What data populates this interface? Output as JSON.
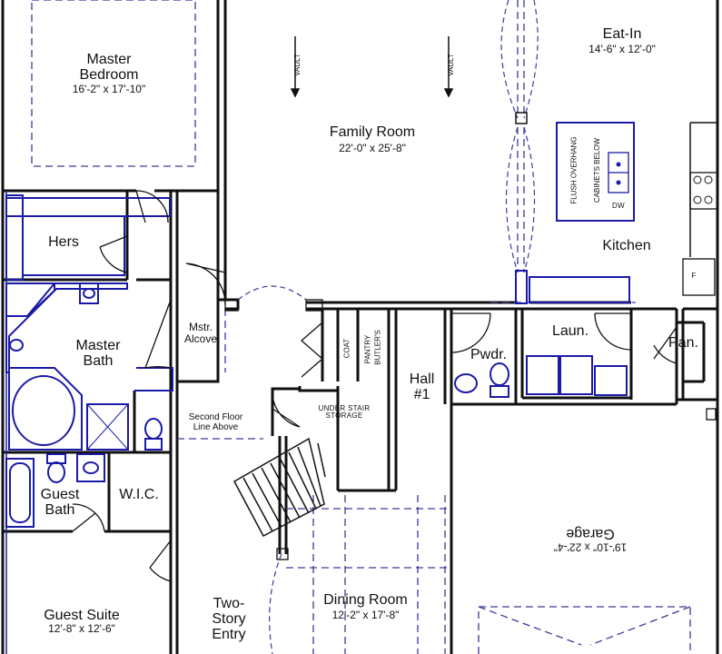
{
  "rooms": {
    "master_bedroom": {
      "name": "Master\nBedroom",
      "dims": "16'-2\" x 17'-10\""
    },
    "family_room": {
      "name": "Family Room",
      "dims": "22'-0\" x 25'-8\""
    },
    "eat_in": {
      "name": "Eat-In",
      "dims": "14'-6\" x 12'-0\""
    },
    "kitchen": {
      "name": "Kitchen"
    },
    "hers": {
      "name": "Hers"
    },
    "master_bath": {
      "name": "Master\nBath"
    },
    "mstr_alcove": {
      "name": "Mstr.\nAlcove"
    },
    "pwdr": {
      "name": "Pwdr."
    },
    "laun": {
      "name": "Laun."
    },
    "pan": {
      "name": "Pan."
    },
    "hall": {
      "name": "Hall\n#1"
    },
    "guest_bath": {
      "name": "Guest\nBath"
    },
    "wic": {
      "name": "W.I.C."
    },
    "garage": {
      "name": "Garage",
      "dims": "19'-10\" x 22'-4\""
    },
    "guest_suite": {
      "name": "Guest Suite",
      "dims": "12'-8\" x 12'-6\""
    },
    "two_story_entry": {
      "name": "Two-\nStory\nEntry"
    },
    "dining_room": {
      "name": "Dining Room",
      "dims": "12'-2\" x 17'-8\""
    }
  },
  "annotations": {
    "vault_left": "VAULT",
    "vault_right": "VAULT",
    "second_floor": "Second Floor\nLine Above",
    "under_stair": "UNDER STAIR\nSTORAGE",
    "coat": "COAT",
    "pantry": "PANTRY",
    "butlers": "BUTLER'S",
    "flush_overhang": "FLUSH OVERHANG",
    "cabinets_below": "CABINETS BELOW",
    "dw": "DW",
    "fridge": "F"
  },
  "colors": {
    "wall": "#111111",
    "fixture": "#1a1aa8",
    "dash": "#3a3a9a"
  }
}
